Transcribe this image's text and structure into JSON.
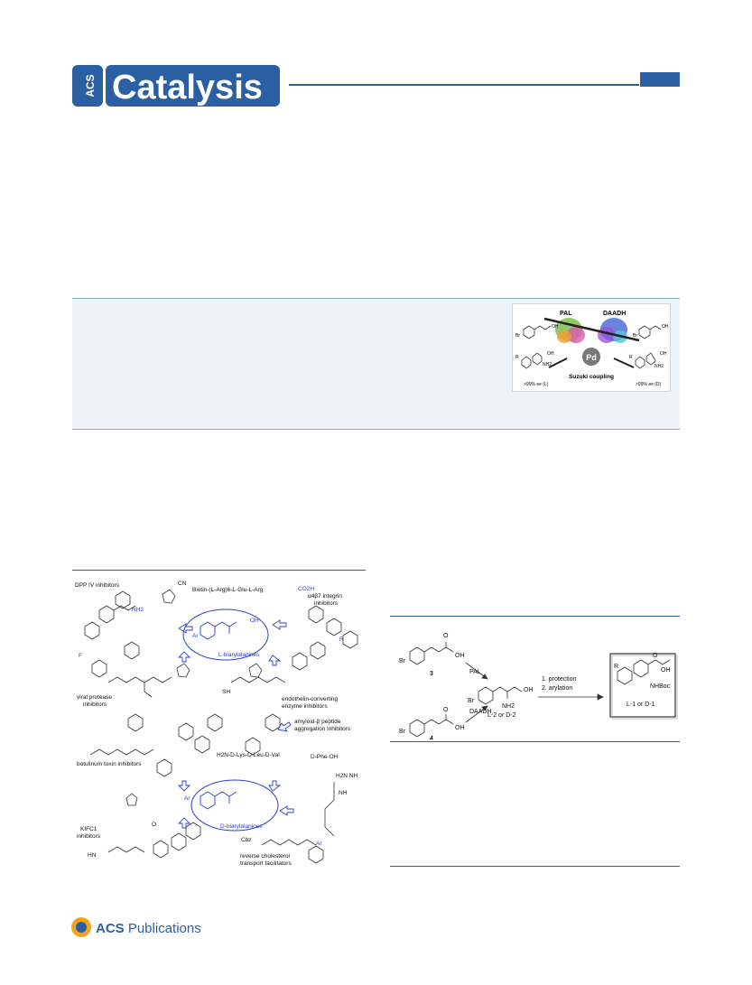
{
  "header": {
    "logo_acs": "ACS",
    "logo_journal": "Catalysis"
  },
  "toc_graphic": {
    "labels": {
      "pal": "PAL",
      "daadh": "DAADH",
      "pd": "Pd",
      "suzuki": "Suzuki coupling",
      "ee_l": ">99% ee (L)",
      "ee_d": ">99% ee (D)",
      "oh1": "OH",
      "oh2": "OH",
      "oh3": "OH",
      "oh4": "OH",
      "br1": "Br",
      "br2": "Br",
      "nh2_1": "NH2",
      "nh2_2": "NH2",
      "r1": "R",
      "r2": "R"
    }
  },
  "figure1": {
    "labels": {
      "dpp": "DPP IV inhibitors",
      "biotin": "Biotin-(L-Arg)6-L-Glu-L-Arg",
      "integrin1": "α4β7 integrin",
      "integrin2": "inhibitors",
      "l_biaryl": "L-biarylalanines",
      "d_biaryl": "D-biarylalanines",
      "viral1": "viral protease",
      "viral2": "inhibitors",
      "endo1": "endothelin-converting",
      "endo2": "enzyme inhibitors",
      "amyloid1": "amyloid-β peptide",
      "amyloid2": "aggregation inhibitors",
      "peptide": "H2N-D-Lys-D-Leu-D-Val",
      "phe": "D-Phe-OH",
      "botulinum": "botulinum toxin inhibitors",
      "kifc1_1": "KIFC1",
      "kifc1_2": "inhibitors",
      "reverse1": "reverse cholesterol",
      "reverse2": "transport facilitators",
      "cn": "CN",
      "nh2": "NH2",
      "f": "F",
      "co2h": "CO2H",
      "oh": "OH",
      "ar1": "Ar",
      "ar2": "Ar",
      "ar3": "Ar",
      "sh": "SH",
      "r": "R",
      "cbz": "Cbz",
      "hn": "HN",
      "o": "O",
      "h2nnh": "H2N   NH",
      "nh": "NH"
    }
  },
  "scheme1": {
    "labels": {
      "br3": "Br",
      "br4": "Br",
      "br2": "Br",
      "cmp3": "3",
      "cmp4": "4",
      "oh3": "OH",
      "oh4": "OH",
      "oh2": "OH",
      "oh1": "OH",
      "pal": "PAL",
      "daadh": "DAADH",
      "nh2": "NH2",
      "cmp2": "L-2 or D-2",
      "step1": "1. protection",
      "step2": "2. arylation",
      "r": "R",
      "nhboc": "NHBoc",
      "cmp1": "L-1 or D-1",
      "o1": "O",
      "o2": "O",
      "o3": "O"
    }
  },
  "footer": {
    "publisher_bold": "ACS",
    "publisher_rest": " Publications"
  },
  "colors": {
    "brand_blue": "#2b5fa3",
    "abstract_bg": "#eef2f9",
    "highlight_blue": "#2a3fd1"
  }
}
